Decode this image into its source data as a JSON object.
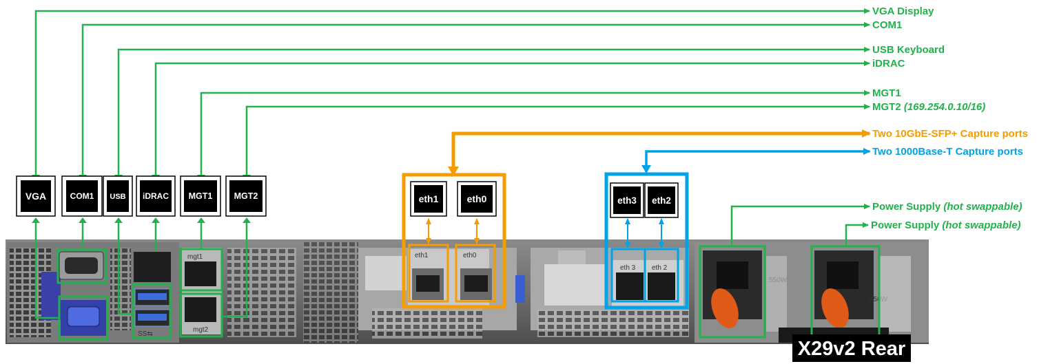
{
  "colors": {
    "green": "#22b14c",
    "orange": "#f59c00",
    "blue": "#00a2e8",
    "black": "#000000"
  },
  "right_labels": [
    {
      "text": "VGA Display",
      "italic": ""
    },
    {
      "text": "COM1",
      "italic": ""
    },
    {
      "text": "USB Keyboard",
      "italic": ""
    },
    {
      "text": "iDRAC",
      "italic": ""
    },
    {
      "text": "MGT1",
      "italic": ""
    },
    {
      "text": "MGT2 ",
      "italic": "(169.254.0.10/16)"
    },
    {
      "text": "Two 10GbE-SFP+ Capture ports",
      "italic": ""
    },
    {
      "text": "Two 1000Base-T Capture ports",
      "italic": ""
    },
    {
      "text": "Power Supply ",
      "italic": "(hot swappable)"
    },
    {
      "text": "Power Supply ",
      "italic": "(hot swappable)"
    }
  ],
  "port_boxes": [
    "VGA",
    "COM1",
    "USB",
    "iDRAC",
    "MGT1",
    "MGT2"
  ],
  "sfp_ports": [
    "eth1",
    "eth0"
  ],
  "rj45_ports": [
    "eth3",
    "eth2"
  ],
  "photo_labels": {
    "mgt1": "mgt1",
    "mgt2": "mgt2",
    "sfp_left": "eth1",
    "sfp_right": "eth0",
    "rj_left": "eth 3",
    "rj_right": "eth 2",
    "psu_watt": "550W",
    "usb_logo": "SS⇆"
  },
  "caption": "X29v2 Rear",
  "icons": [
    "arrow-icon"
  ]
}
